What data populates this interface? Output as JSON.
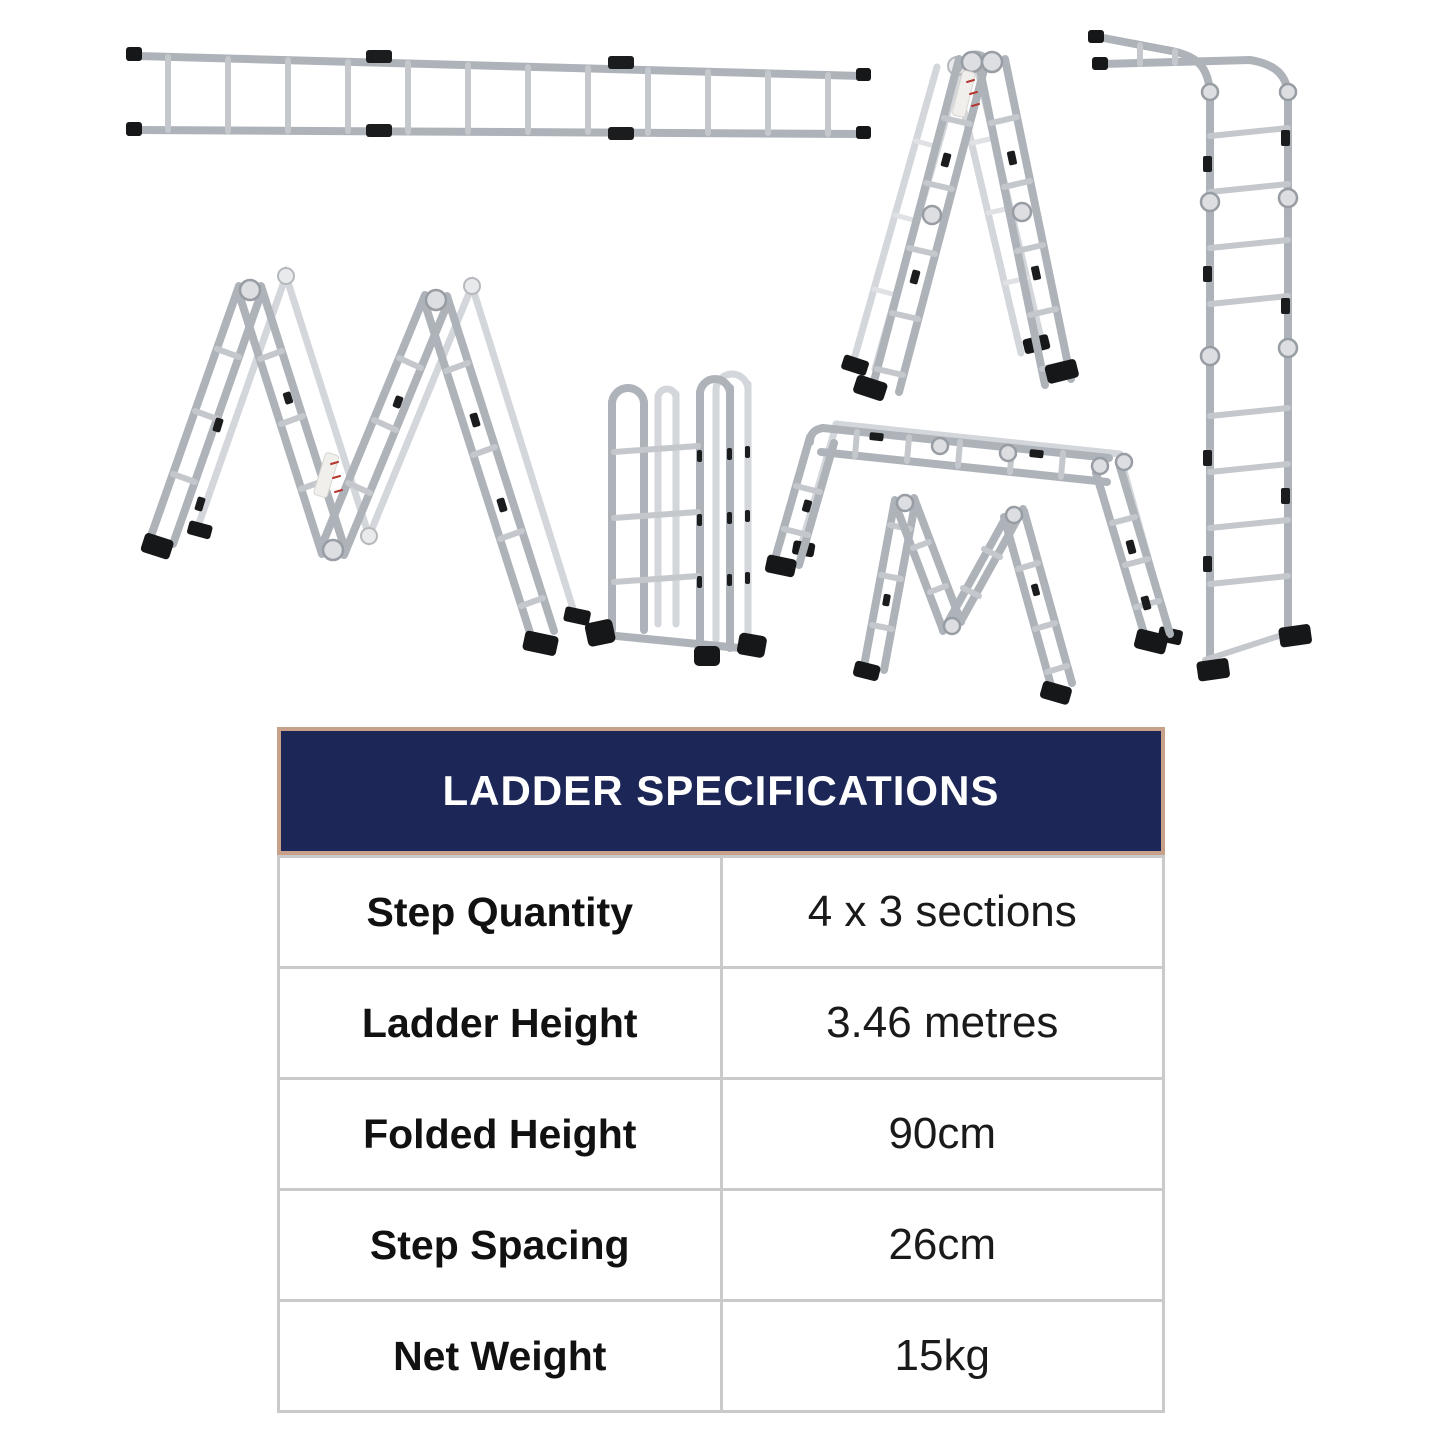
{
  "page": {
    "background": "#ffffff"
  },
  "gallery": {
    "figures": [
      {
        "name": "extended-straight-ladder"
      },
      {
        "name": "a-frame-step-ladder"
      },
      {
        "name": "wall-hook-extension-ladder"
      },
      {
        "name": "double-a-frame-scaffold-ladder"
      },
      {
        "name": "folded-compact-ladder"
      },
      {
        "name": "trestle-platform-ladder"
      },
      {
        "name": "low-double-a-frame-ladder"
      }
    ]
  },
  "spec_table": {
    "title": "LADDER SPECIFICATIONS",
    "colors": {
      "header_bg": "#1c2757",
      "header_text": "#ffffff",
      "header_border": "#c8a18a",
      "cell_border": "#cacaca",
      "label_text": "#111111",
      "value_text": "#1a1a1a"
    },
    "rows": [
      {
        "label": "Step Quantity",
        "value": "4 x 3 sections"
      },
      {
        "label": "Ladder Height",
        "value": "3.46 metres"
      },
      {
        "label": "Folded Height",
        "value": "90cm"
      },
      {
        "label": "Step Spacing",
        "value": "26cm"
      },
      {
        "label": "Net Weight",
        "value": "15kg"
      }
    ]
  }
}
